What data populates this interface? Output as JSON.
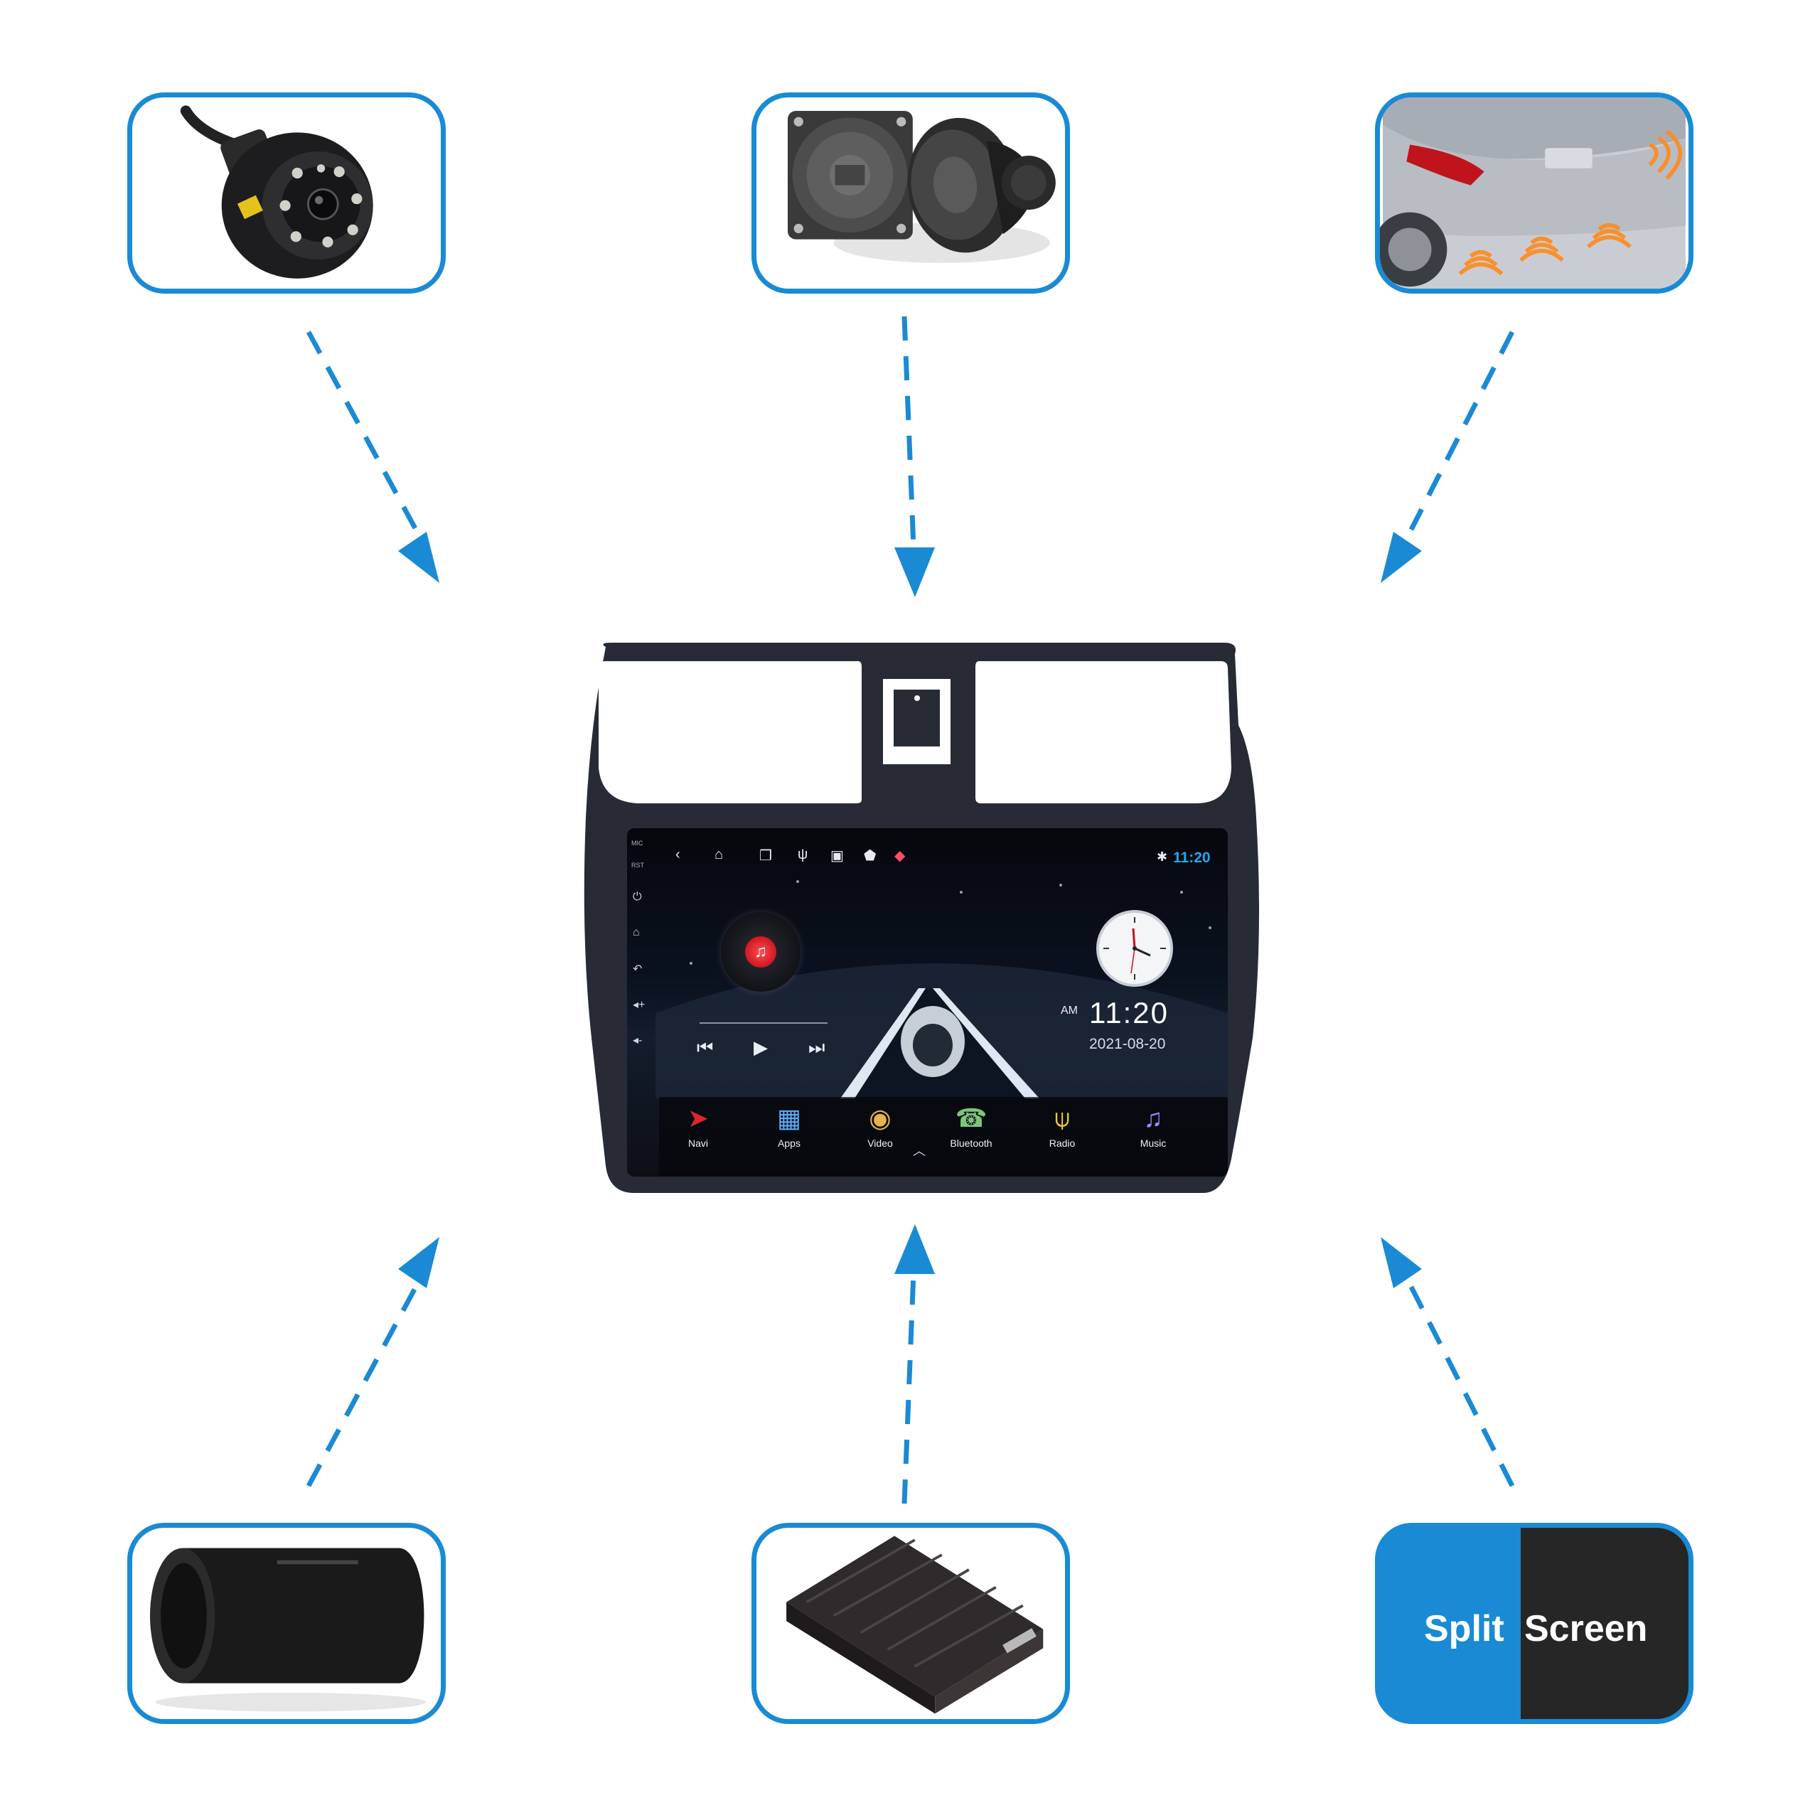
{
  "colors": {
    "accent": "#1a8ad4",
    "split_dark": "#262626",
    "screen_time": "#2aa3f0"
  },
  "accessories": {
    "top": [
      "backup-camera",
      "speakers",
      "parking-sensor"
    ],
    "bottom": [
      "subwoofer",
      "amplifier",
      "split-screen"
    ]
  },
  "split_screen": {
    "word1": "Split",
    "word2": "Screen"
  },
  "head_unit": {
    "side_labels": {
      "mic": "MIC",
      "rst": "RST"
    },
    "side_buttons": [
      "power-icon",
      "home-icon",
      "back-icon",
      "volume-up-icon",
      "volume-down-icon"
    ],
    "status_icons": [
      "back-icon",
      "home-icon",
      "recent-apps-icon",
      "usb-icon",
      "gallery-icon",
      "shield-icon",
      "app-icon"
    ],
    "status_time": "11:20",
    "clock": {
      "ampm": "AM",
      "time": "11:20",
      "date": "2021-08-20"
    },
    "dock": [
      {
        "label": "Navi",
        "icon": "navi-icon"
      },
      {
        "label": "Apps",
        "icon": "apps-icon"
      },
      {
        "label": "Video",
        "icon": "video-icon"
      },
      {
        "label": "Bluetooth",
        "icon": "bluetooth-phone-icon"
      },
      {
        "label": "Radio",
        "icon": "radio-icon"
      },
      {
        "label": "Music",
        "icon": "music-icon"
      }
    ]
  }
}
